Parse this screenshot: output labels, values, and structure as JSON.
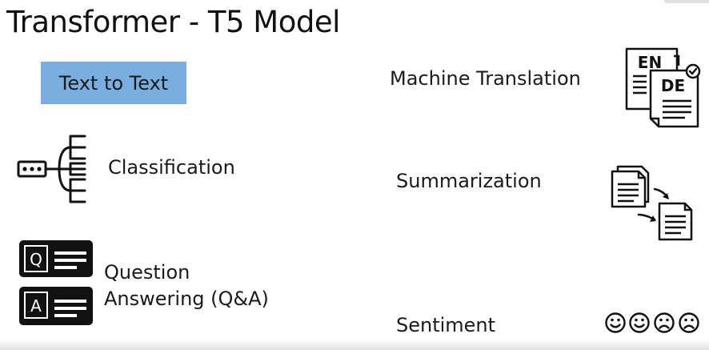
{
  "title": "Transformer - T5 Model",
  "badge": {
    "label": "Text to Text"
  },
  "tasks": {
    "classification": {
      "label": "Classification"
    },
    "qa": {
      "line1": "Question",
      "line2": "Answering (Q&A)",
      "q_letter": "Q",
      "a_letter": "A"
    },
    "translation": {
      "label": "Machine Translation",
      "src_lang": "EN",
      "dst_lang": "DE"
    },
    "summarization": {
      "label": "Summarization"
    },
    "sentiment": {
      "label": "Sentiment"
    }
  },
  "icons": {
    "classification": "tree-branch-icon",
    "qa": "question-answer-icon",
    "translation": "translate-documents-icon",
    "summarization": "summarize-documents-icon",
    "sentiment": "emoji-faces-icon"
  }
}
